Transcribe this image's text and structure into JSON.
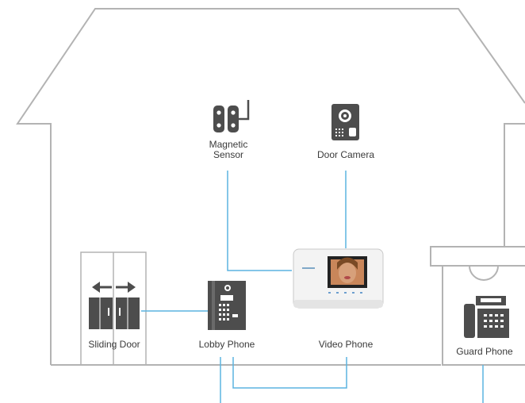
{
  "colors": {
    "outline": "#b3b3b3",
    "wire": "#5bb4e0",
    "device": "#4d4d4d",
    "screen_frame": "#222222"
  },
  "devices": {
    "magnetic_sensor": {
      "label_line1": "Magnetic",
      "label_line2": "Sensor",
      "icon": "magnetic-sensor-icon"
    },
    "door_camera": {
      "label": "Door Camera",
      "icon": "door-camera-icon"
    },
    "sliding_door": {
      "label": "Sliding Door",
      "icon": "sliding-door-icon"
    },
    "lobby_phone": {
      "label": "Lobby Phone",
      "icon": "lobby-phone-icon"
    },
    "video_phone": {
      "label": "Video Phone",
      "icon": "video-phone-icon"
    },
    "guard_phone": {
      "label": "Guard Phone",
      "icon": "guard-phone-icon"
    }
  }
}
